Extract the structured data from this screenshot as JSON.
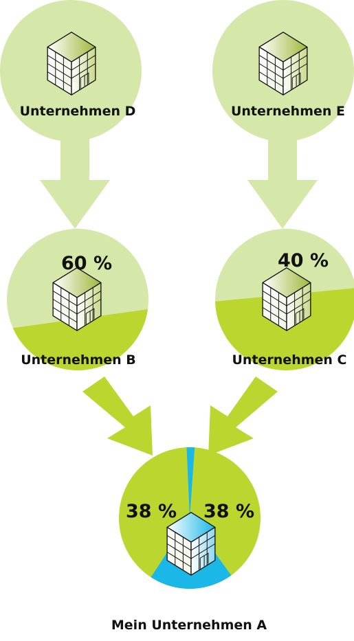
{
  "colors": {
    "light_green": "#d6e8a9",
    "dark_green": "#bcd630",
    "blue": "#1bb7e6",
    "building_line": "#111111"
  },
  "companies": {
    "d": {
      "name": "Unternehmen D"
    },
    "e": {
      "name": "Unternehmen E"
    },
    "b": {
      "name": "Unternehmen B",
      "share": "60 %"
    },
    "c": {
      "name": "Unternehmen C",
      "share": "40 %"
    }
  },
  "target": {
    "name": "Mein Unternehmen A",
    "share_left": "38 %",
    "share_right": "38 %"
  },
  "icons": {
    "building": "building-icon",
    "arrow": "arrow-down-icon"
  }
}
